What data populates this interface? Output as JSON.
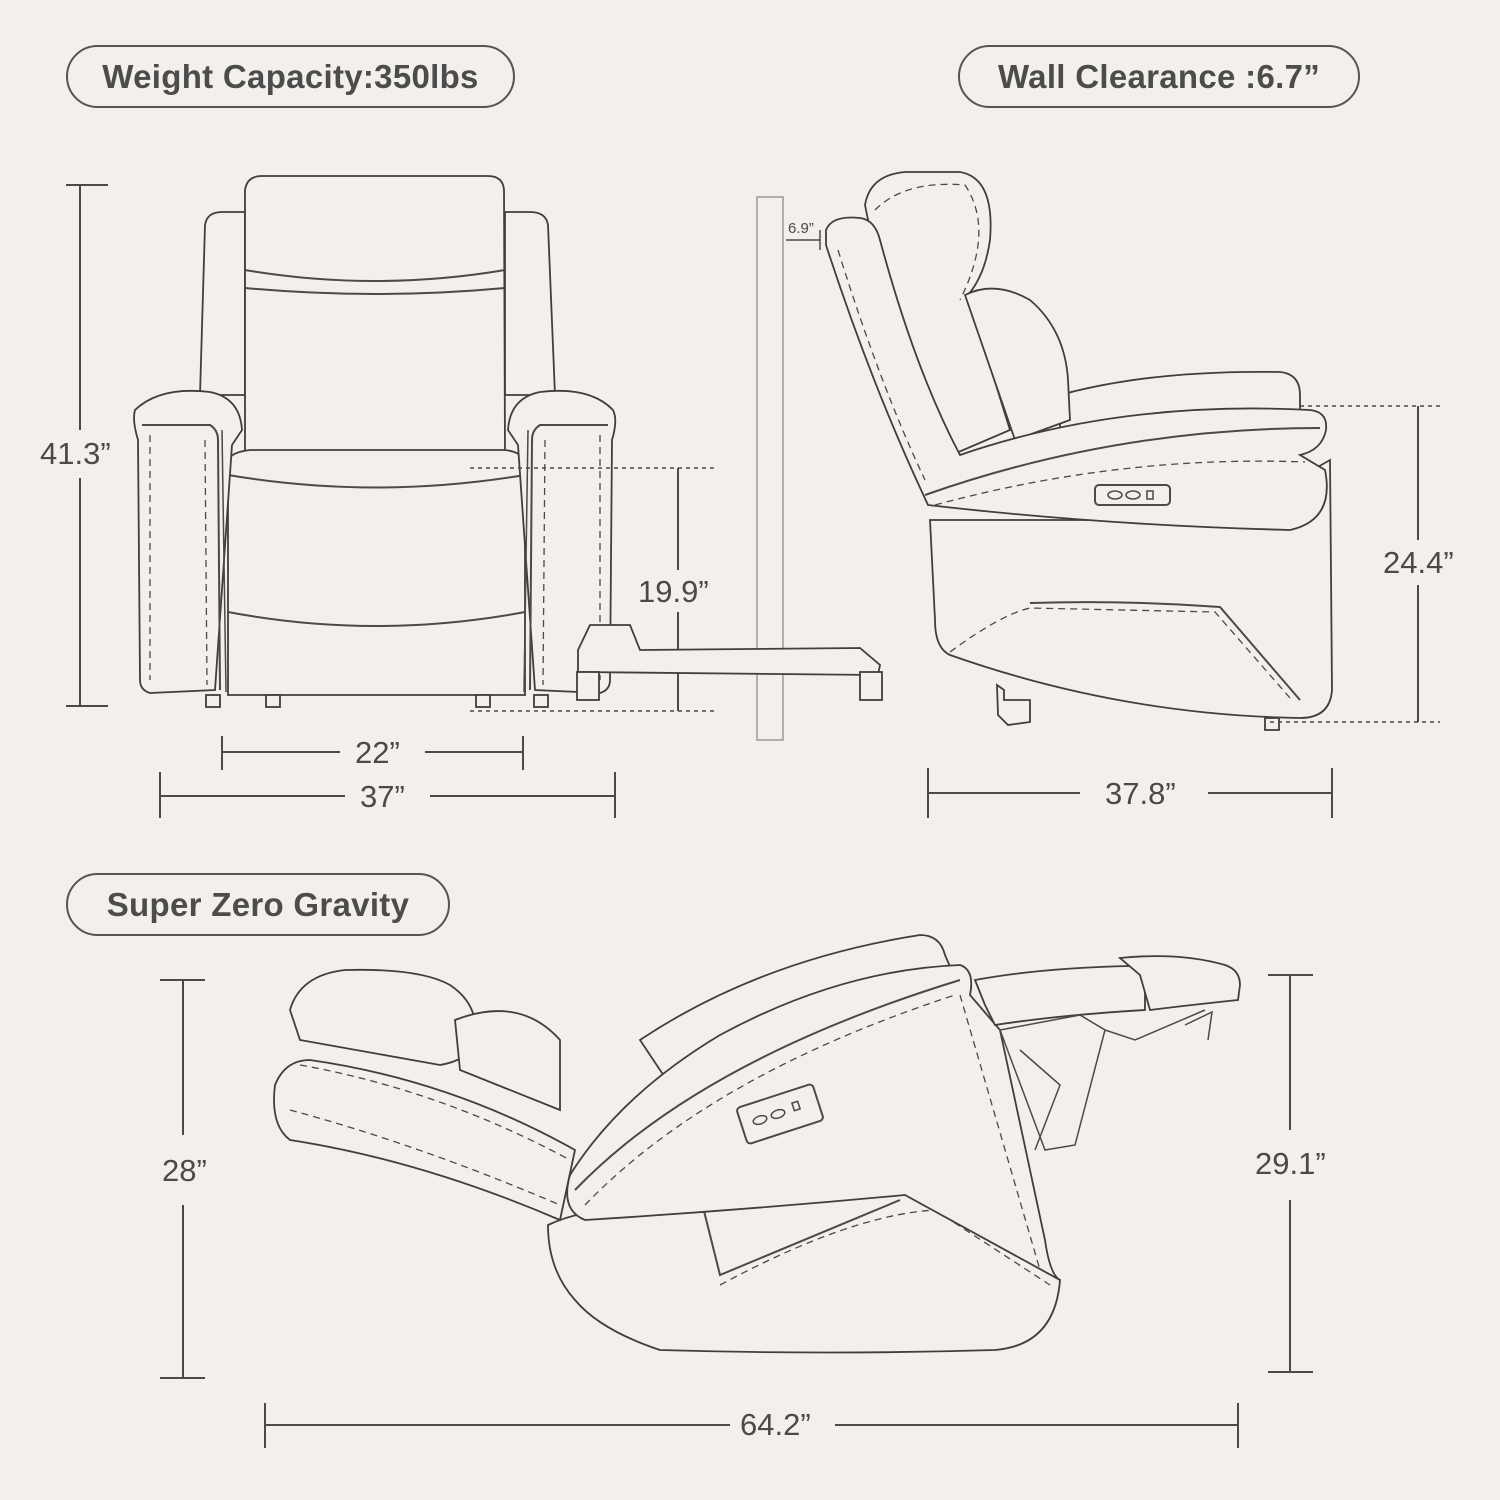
{
  "badges": {
    "weight_capacity": "Weight Capacity:350lbs",
    "wall_clearance": "Wall Clearance :6.7”",
    "super_zero_gravity": "Super Zero Gravity"
  },
  "front_view": {
    "height": "41.3”",
    "seat_height": "19.9”",
    "seat_width": "22”",
    "overall_width": "37”"
  },
  "side_view": {
    "wall_gap": "6.9”",
    "arm_height": "24.4”",
    "depth": "37.8”"
  },
  "reclined_view": {
    "back_height": "28”",
    "footrest_height": "29.1”",
    "length": "64.2”"
  },
  "colors": {
    "background": "#f3efeb",
    "line": "#4a4a4a"
  }
}
